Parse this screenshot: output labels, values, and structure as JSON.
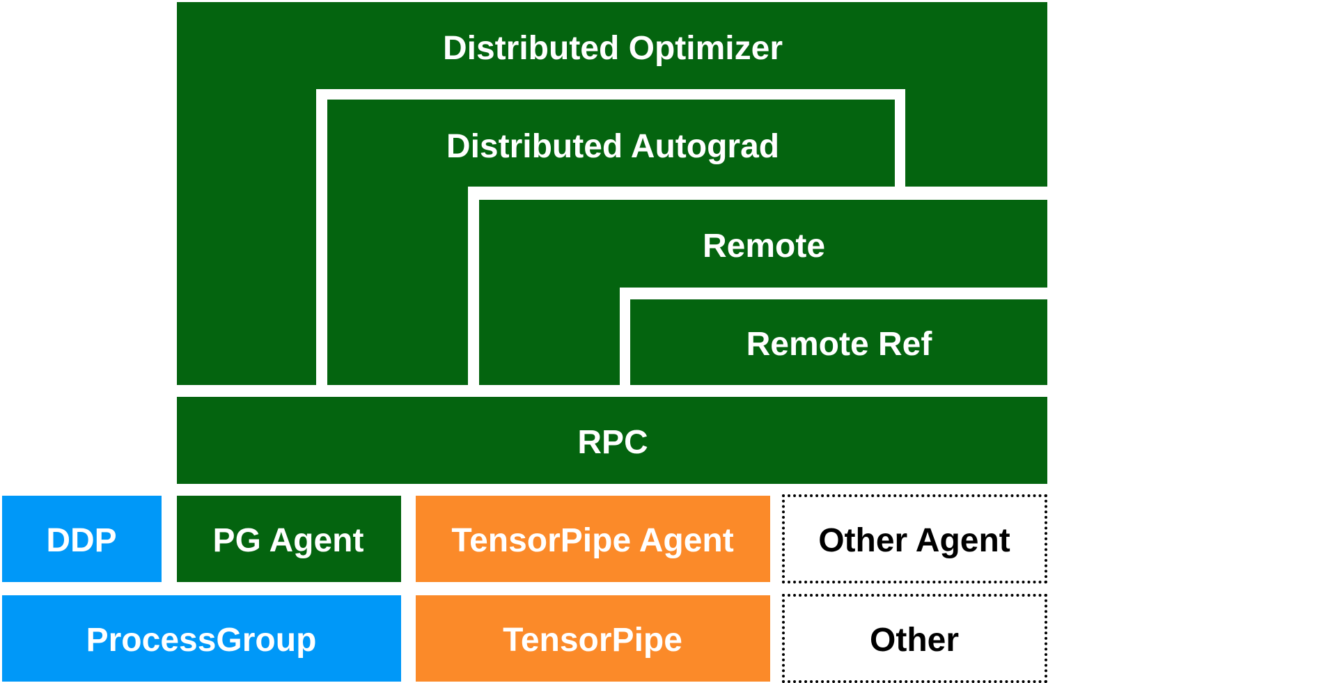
{
  "diagram": {
    "layers": {
      "distributed_optimizer": "Distributed Optimizer",
      "distributed_autograd": "Distributed Autograd",
      "remote": "Remote",
      "remote_ref": "Remote Ref",
      "rpc": "RPC"
    },
    "agents": {
      "ddp": "DDP",
      "pg_agent": "PG Agent",
      "tensorpipe_agent": "TensorPipe Agent",
      "other_agent": "Other Agent"
    },
    "backends": {
      "process_group": "ProcessGroup",
      "tensorpipe": "TensorPipe",
      "other": "Other"
    }
  },
  "colors": {
    "green": "#04640F",
    "blue": "#0098F8",
    "orange": "#FB8A29",
    "white": "#FFFFFF",
    "black": "#000000"
  }
}
